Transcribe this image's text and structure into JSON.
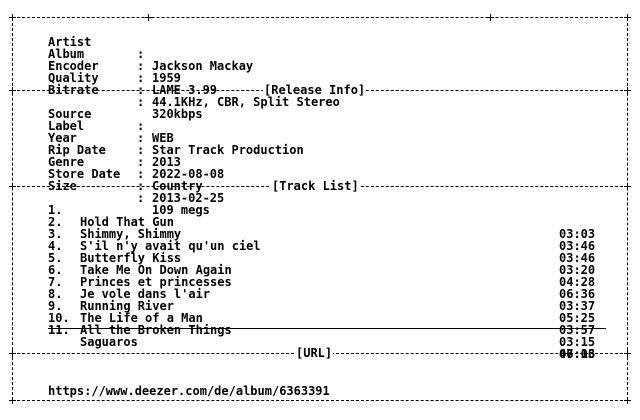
{
  "header": {
    "fields": [
      {
        "label": "Artist",
        "value": "Jackson Mackay"
      },
      {
        "label": "Album",
        "value": "1959"
      },
      {
        "label": "Encoder",
        "value": "LAME 3.99"
      },
      {
        "label": "Quality",
        "value": "44.1KHz, CBR, Split Stereo"
      },
      {
        "label": "Bitrate",
        "value": "320kbps"
      }
    ]
  },
  "release_info": {
    "title": "[Release Info]",
    "fields": [
      {
        "label": "Source",
        "value": "WEB"
      },
      {
        "label": "Label",
        "value": "Star Track Production"
      },
      {
        "label": "Year",
        "value": "2013"
      },
      {
        "label": "Rip Date",
        "value": "2022-08-08"
      },
      {
        "label": "Genre",
        "value": "Country"
      },
      {
        "label": "Store Date",
        "value": "2013-02-25"
      },
      {
        "label": "Size",
        "value": "109 megs"
      }
    ]
  },
  "track_list": {
    "title": "[Track List]",
    "tracks": [
      {
        "num": "1.",
        "title": "Hold That Gun",
        "duration": "03:03"
      },
      {
        "num": "2.",
        "title": "Shimmy, Shimmy",
        "duration": "03:46"
      },
      {
        "num": "3.",
        "title": "S'il n'y avait qu'un ciel",
        "duration": "03:46"
      },
      {
        "num": "4.",
        "title": "Butterfly Kiss",
        "duration": "03:20"
      },
      {
        "num": "5.",
        "title": "Take Me On Down Again",
        "duration": "04:28"
      },
      {
        "num": "6.",
        "title": "Princes et princesses",
        "duration": "06:36"
      },
      {
        "num": "7.",
        "title": "Je vole dans l'air",
        "duration": "03:37"
      },
      {
        "num": "8.",
        "title": "Running River",
        "duration": "05:25"
      },
      {
        "num": "9.",
        "title": "The Life of a Man",
        "duration": "03:57"
      },
      {
        "num": "10.",
        "title": "All the Broken Things",
        "duration": "03:15"
      },
      {
        "num": "11.",
        "title": "Saguaros",
        "duration": "06:03"
      }
    ],
    "total": "47:16"
  },
  "url_section": {
    "title": "[URL]",
    "url": "https://www.deezer.com/de/album/6363391"
  }
}
